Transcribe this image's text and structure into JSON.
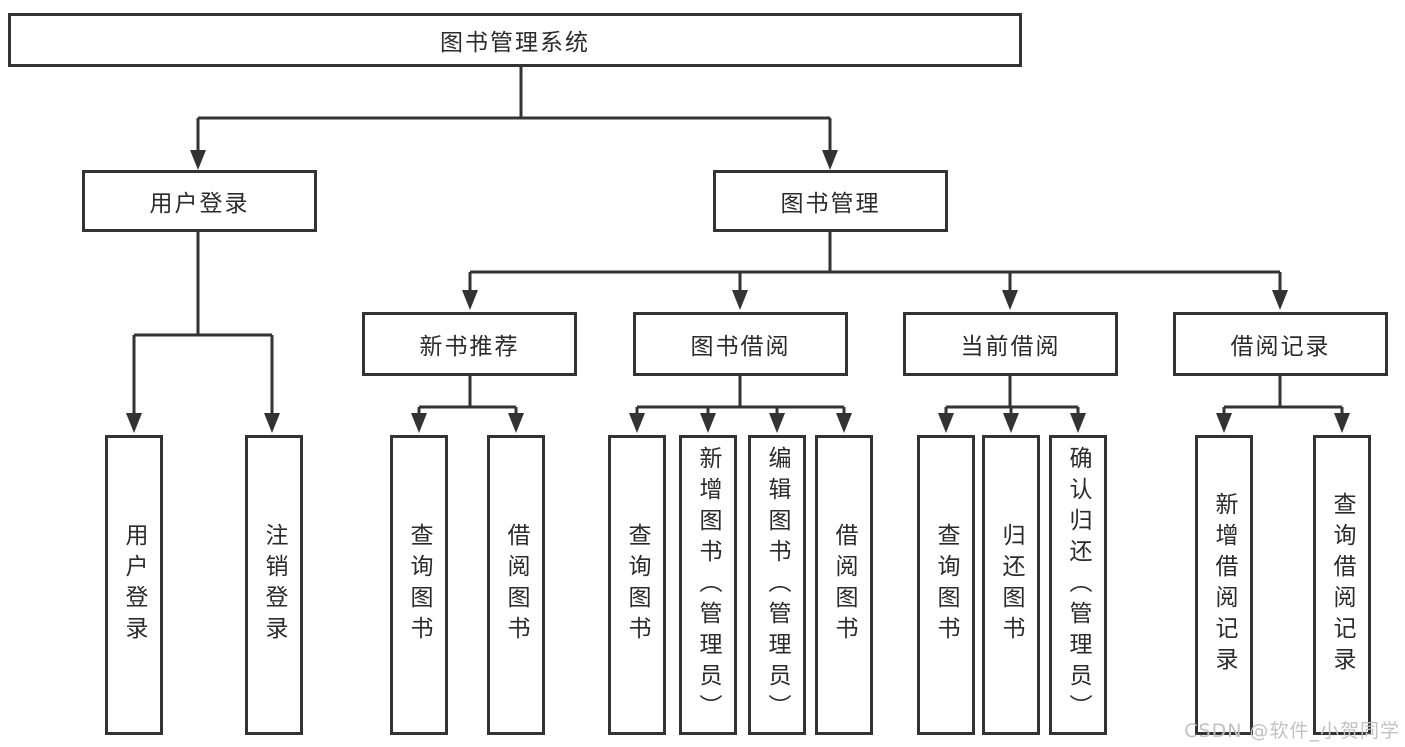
{
  "tree": {
    "root": {
      "label": "图书管理系统"
    },
    "branches": [
      {
        "label": "用户登录",
        "children": [
          {
            "label": "用户登录"
          },
          {
            "label": "注销登录"
          }
        ]
      },
      {
        "label": "图书管理",
        "children": [
          {
            "label": "新书推荐",
            "children": [
              {
                "label": "查询图书"
              },
              {
                "label": "借阅图书"
              }
            ]
          },
          {
            "label": "图书借阅",
            "children": [
              {
                "label": "查询图书"
              },
              {
                "label": "新增图书（管理员）"
              },
              {
                "label": "编辑图书（管理员）"
              },
              {
                "label": "借阅图书"
              }
            ]
          },
          {
            "label": "当前借阅",
            "children": [
              {
                "label": "查询图书"
              },
              {
                "label": "归还图书"
              },
              {
                "label": "确认归还（管理员）"
              }
            ]
          },
          {
            "label": "借阅记录",
            "children": [
              {
                "label": "新增借阅记录"
              },
              {
                "label": "查询借阅记录"
              }
            ]
          }
        ]
      }
    ]
  },
  "watermark": {
    "text": "CSDN @软件_小贺同学"
  },
  "colors": {
    "border": "#333333",
    "line": "#333333",
    "text": "#2b2b2b",
    "watermark": "#c2c2c2",
    "background": "#ffffff"
  }
}
